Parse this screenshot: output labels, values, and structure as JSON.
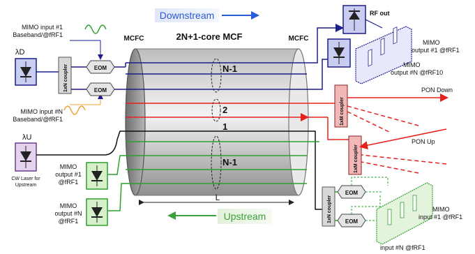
{
  "title": "2N+1-core MCF",
  "labels": {
    "downstream": "Downstream",
    "upstream": "Upstream",
    "mcfc_left": "MCFC",
    "mcfc_right": "MCFC",
    "length": "L",
    "rf_out": "RF out",
    "pon_down": "PON Down",
    "pon_up": "PON Up",
    "lambda_d": "λD",
    "lambda_u": "λU",
    "cw_laser": [
      "CW Laser for",
      "Upstream"
    ],
    "mimo_input_1": [
      "MIMO input #1",
      "Baseband/@fRF1"
    ],
    "mimo_input_n": [
      "MIMO input #N",
      "Baseband/@fRF1"
    ],
    "mimo_output_1_right": [
      "MIMO",
      "output #1 @fRF1"
    ],
    "mimo_output_n_right": [
      "MIMO",
      "output #N @fRF10"
    ],
    "mimo_output_1_left": [
      "MIMO",
      "output #1",
      "@fRF1"
    ],
    "mimo_output_n_left": [
      "MIMO",
      "output #N",
      "@fRF1"
    ],
    "mimo_input_1_right": [
      "MIMO",
      "input #1 @fRF1"
    ],
    "mimo_input_n_right": "input #N @fRF1"
  },
  "core_labels": {
    "top": "N-1",
    "mid": "2",
    "one": "1",
    "bottom": "N-1"
  },
  "components": {
    "eom": "EOM",
    "coupler_1xN": "1xN coupler",
    "coupler_1xM": "1xM coupler"
  },
  "colors": {
    "downstream_core": "#1a1f8c",
    "pon_core": "#e8201d",
    "upstream_core": "#2ea02e",
    "black_core": "#111111",
    "detector_blue": "#c9cdf0",
    "detector_green": "#d6f0c9",
    "laser_purple": "#e3d3ec",
    "coupler_red": "#f2b7b7",
    "arrow_blue": "#2a5bd7",
    "arrow_green": "#3ca03c"
  }
}
